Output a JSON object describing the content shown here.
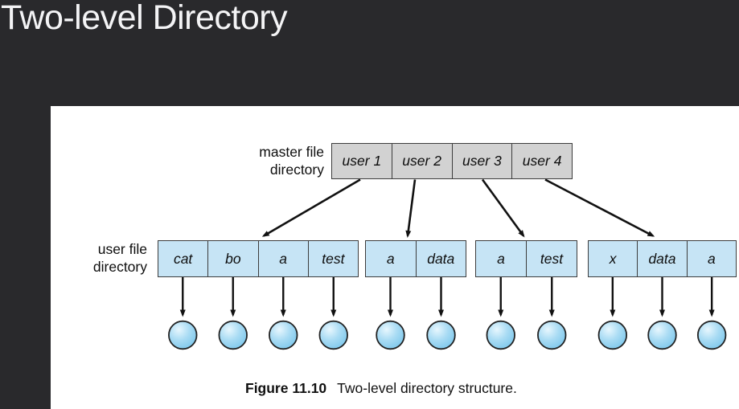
{
  "title": "Two-level Directory",
  "diagram": {
    "master_label": {
      "line1": "master file",
      "line2": "directory"
    },
    "user_label": {
      "line1": "user file",
      "line2": "directory"
    },
    "master": {
      "cells": [
        "user 1",
        "user 2",
        "user 3",
        "user 4"
      ]
    },
    "groups": [
      {
        "cells": [
          "cat",
          "bo",
          "a",
          "test"
        ]
      },
      {
        "cells": [
          "a",
          "data"
        ]
      },
      {
        "cells": [
          "a",
          "test"
        ]
      },
      {
        "cells": [
          "x",
          "data",
          "a"
        ]
      }
    ]
  },
  "caption": {
    "figure_label": "Figure 11.10",
    "text": "Two-level directory structure."
  },
  "colors": {
    "background": "#29292c",
    "panel": "#ffffff",
    "title_text": "#f4f4f6",
    "master_cell": "#d2d2d2",
    "user_cell": "#c6e4f5",
    "cell_border": "#3c3c3c",
    "label_text": "#0d0d0d",
    "arrow": "#111111",
    "circle_highlight": "#e8f7fe",
    "circle_mid": "#aadcf4",
    "circle_edge": "#74c3ea",
    "circle_stroke": "#222222"
  }
}
